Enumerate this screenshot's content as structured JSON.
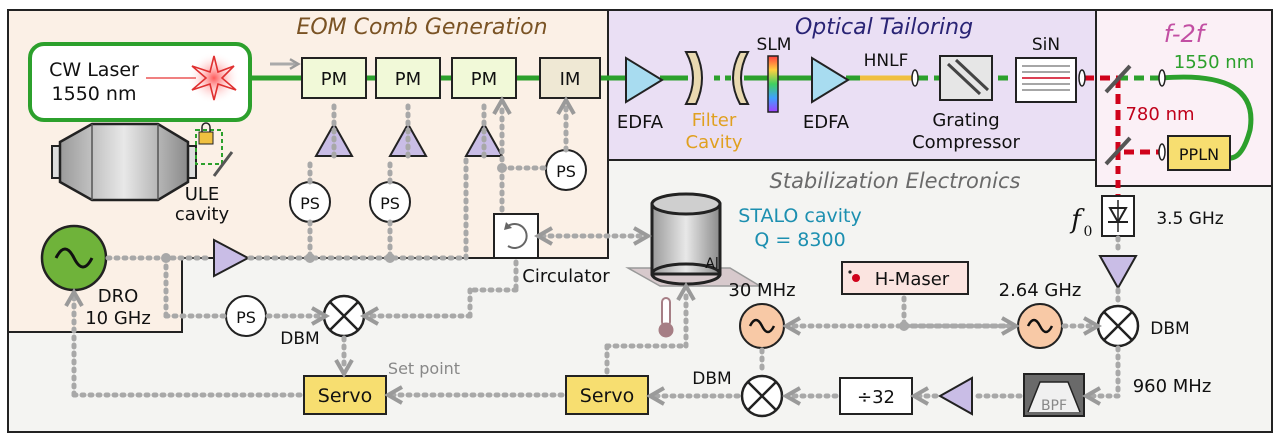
{
  "sections": {
    "eom": "EOM Comb Generation",
    "optical": "Optical Tailoring",
    "f2f": "f-2f",
    "stab": "Stabilization Electronics"
  },
  "laser": {
    "line1": "CW Laser",
    "line2": "1550 nm"
  },
  "ule": {
    "line1": "ULE",
    "line2": "cavity"
  },
  "pm": "PM",
  "im": "IM",
  "ps": "PS",
  "edfa": "EDFA",
  "filter_cavity": {
    "line1": "Filter",
    "line2": "Cavity"
  },
  "slm": "SLM",
  "hnlf": "HNLF",
  "grating": {
    "line1": "Grating",
    "line2": "Compressor"
  },
  "sin": "SiN",
  "f2f_labels": {
    "nm1550": "1550 nm",
    "nm780": "780 nm",
    "ppln": "PPLN",
    "f0": "f",
    "f0_sub": "0",
    "ghz35": "3.5 GHz"
  },
  "dro": {
    "line1": "DRO",
    "line2": "10 GHz"
  },
  "circulator": "Circulator",
  "stalo": {
    "line1": "STALO cavity",
    "line2": "Q = 8300",
    "al": "Al"
  },
  "hmaser": "H-Maser",
  "freq": {
    "mhz30": "30 MHz",
    "ghz264": "2.64 GHz",
    "mhz960": "960 MHz"
  },
  "dbm": "DBM",
  "servo": "Servo",
  "set_point": "Set point",
  "div32": "÷32",
  "bpf": "BPF",
  "colors": {
    "green_fiber": "#2ca02c",
    "red_beam": "#d0021b",
    "eom_bg": "#fbf0e6",
    "optical_bg": "#eadff4",
    "stab_bg": "#f4f4f2",
    "triangle": "#c9bde6",
    "oscillator": "#f8c9a6",
    "servo": "#f7de70",
    "dro": "#6fb33a",
    "edfa": "#a8dcf0"
  }
}
